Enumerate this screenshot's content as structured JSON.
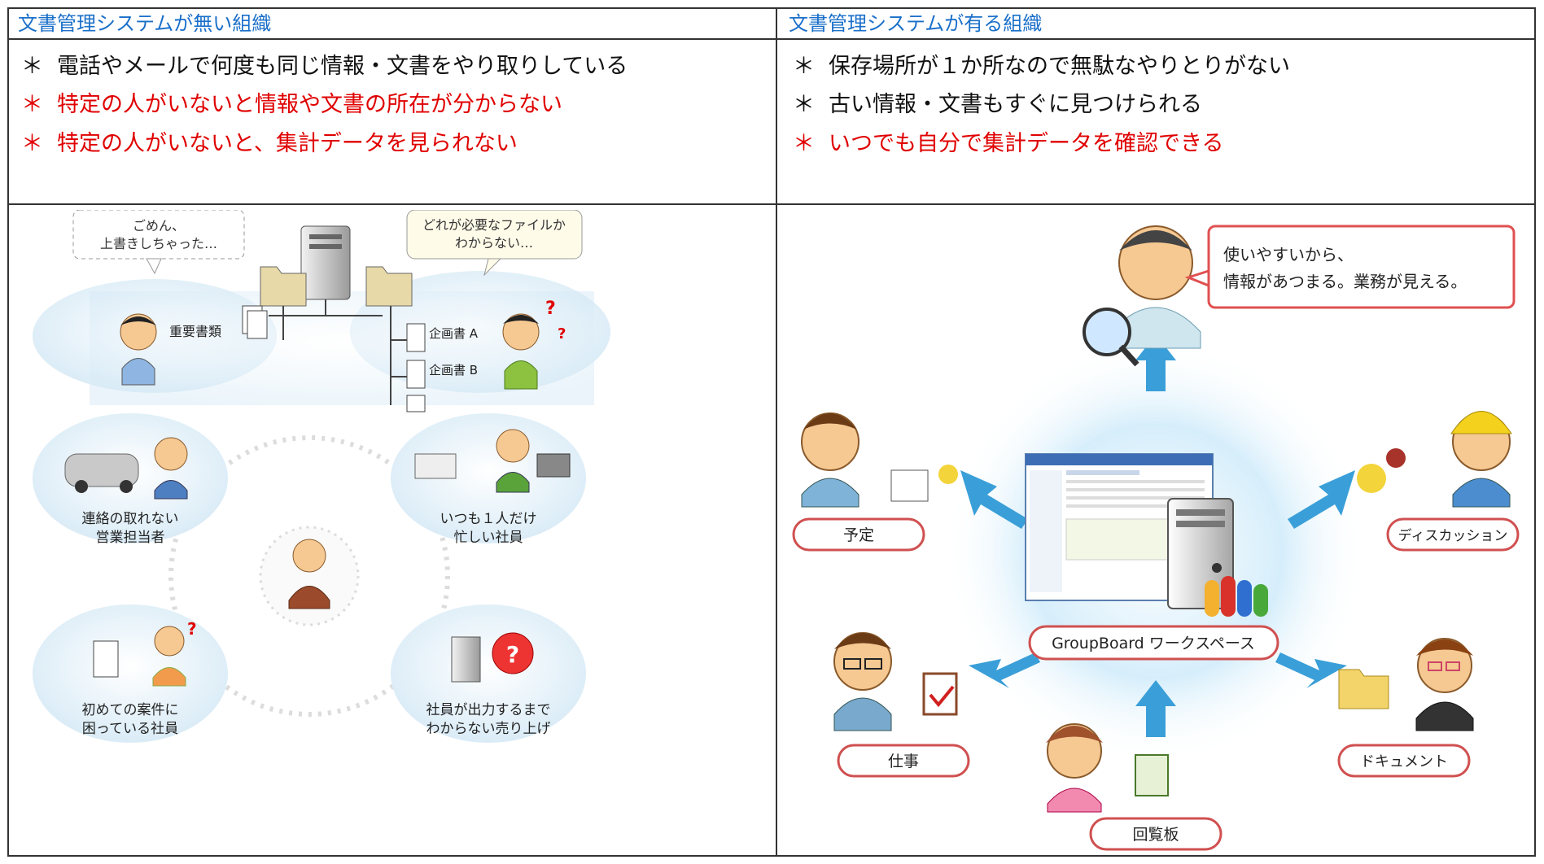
{
  "left": {
    "header": "文書管理システムが無い組織",
    "bullets": [
      {
        "star": "＊",
        "text": "電話やメールで何度も同じ情報・文書をやり取りしている",
        "color": "#111111"
      },
      {
        "star": "＊",
        "text": "特定の人がいないと情報や文書の所在が分からない",
        "color": "#e00000"
      },
      {
        "star": "＊",
        "text": "特定の人がいないと、集計データを見られない",
        "color": "#e00000"
      }
    ],
    "illustration": {
      "bubble_sorry": [
        "ごめん、",
        "上書きしちゃった…"
      ],
      "label_important": "重要書類",
      "bubble_which": [
        "どれが必要なファイルか",
        "わからない…"
      ],
      "doc_a": "企画書 A",
      "doc_b": "企画書 B",
      "q1": "?",
      "q2": "?",
      "q3": "?",
      "sales": [
        "連絡の取れない",
        "営業担当者"
      ],
      "busy": [
        "いつも１人だけ",
        "忙しい社員"
      ],
      "first": [
        "初めての案件に",
        "困っている社員"
      ],
      "report": [
        "社員が出力するまで",
        "わからない売り上げ"
      ]
    }
  },
  "right": {
    "header": "文書管理システムが有る組織",
    "bullets": [
      {
        "star": "＊",
        "text": "保存場所が１か所なので無駄なやりとりがない",
        "color": "#111111"
      },
      {
        "star": "＊",
        "text": "古い情報・文書もすぐに見つけられる",
        "color": "#111111"
      },
      {
        "star": "＊",
        "text": "いつでも自分で集計データを確認できる",
        "color": "#e00000"
      }
    ],
    "illustration": {
      "speech": [
        "使いやすいから、",
        "情報があつまる。業務が見える。"
      ],
      "workspace": "GroupBoard ワークスペース",
      "schedule": "予定",
      "discussion": "ディスカッション",
      "work": "仕事",
      "document": "ドキュメント",
      "circular": "回覧板"
    }
  },
  "colors": {
    "header_blue": "#1a6fc9",
    "red": "#e00000",
    "glow": "#bfe3f7",
    "arrow": "#3a9fd8"
  }
}
